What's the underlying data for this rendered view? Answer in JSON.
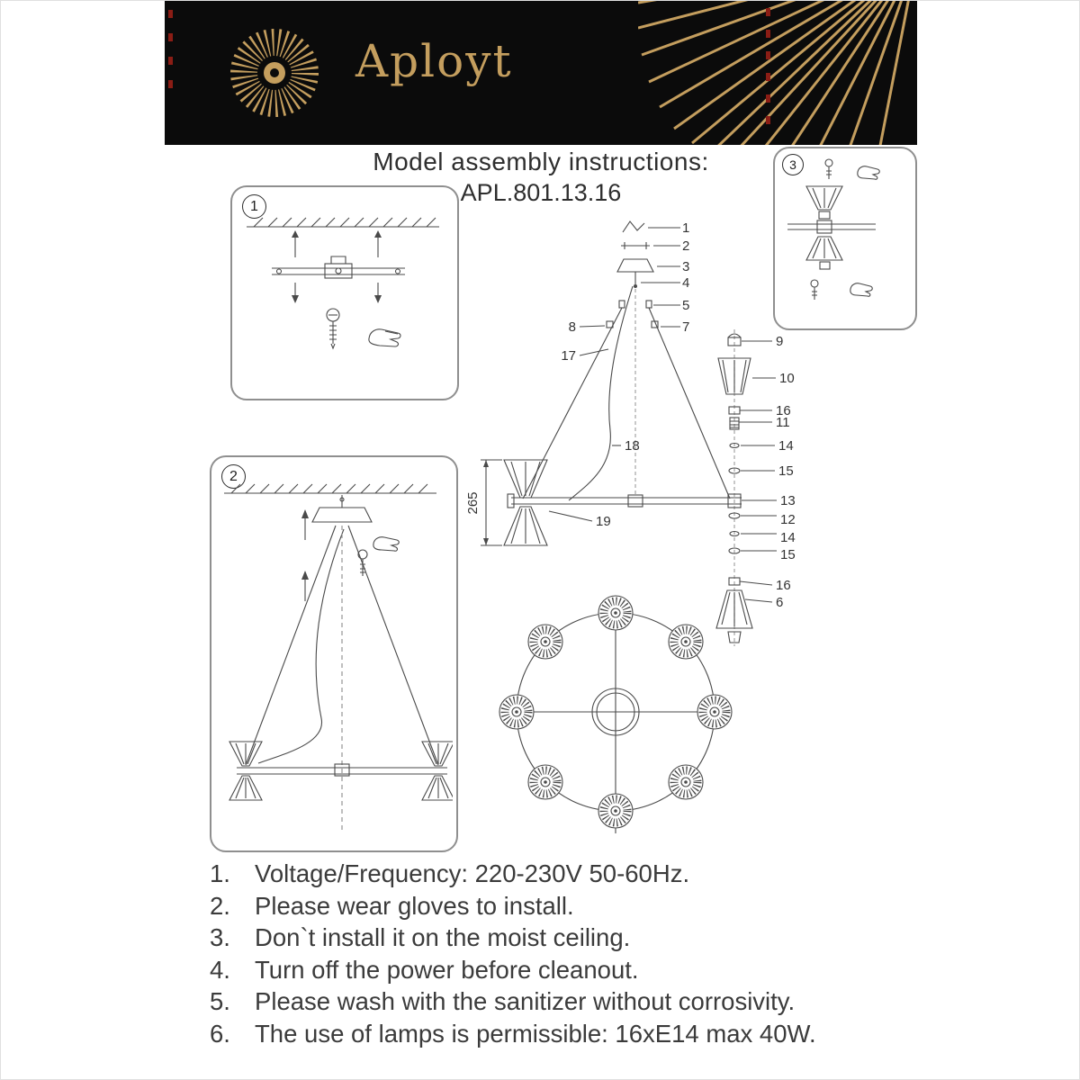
{
  "colors": {
    "brand_gold": "#c49e5e",
    "banner_black": "#0b0b0b",
    "ink": "#3b3b3b",
    "line": "#4a4a4a",
    "accent_red": "#8b1d15"
  },
  "header": {
    "brand": "Aployt"
  },
  "title": {
    "heading": "Model assembly instructions:",
    "model": "APL.801.13.16"
  },
  "steps": [
    {
      "num": "1"
    },
    {
      "num": "2"
    },
    {
      "num": "3"
    }
  ],
  "diagram": {
    "dimension_label": "265",
    "parts": {
      "p1": "1",
      "p2": "2",
      "p3": "3",
      "p4": "4",
      "p5": "5",
      "p6": "6",
      "p7": "7",
      "p8": "8",
      "p9": "9",
      "p10": "10",
      "p11": "11",
      "p12": "12",
      "p13": "13",
      "p14": "14",
      "p15": "15",
      "p16": "16",
      "p17": "17",
      "p18": "18",
      "p19": "19"
    }
  },
  "instructions": [
    {
      "num": "1.",
      "text": "Voltage/Frequency: 220-230V 50-60Hz."
    },
    {
      "num": "2.",
      "text": "Please wear gloves to install."
    },
    {
      "num": "3.",
      "text": "Don`t install it on the moist ceiling."
    },
    {
      "num": "4.",
      "text": "Turn off the power before cleanout."
    },
    {
      "num": "5.",
      "text": "Please wash with the sanitizer without corrosivity."
    },
    {
      "num": "6.",
      "text": "The use of lamps is permissible: 16xE14 max 40W."
    }
  ]
}
